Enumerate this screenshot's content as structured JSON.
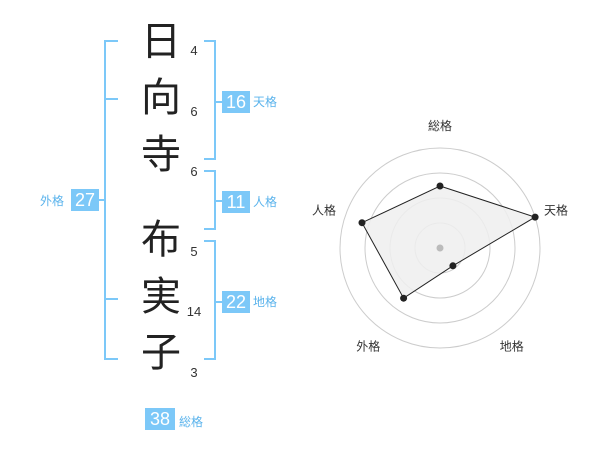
{
  "name": {
    "chars": [
      {
        "char": "日",
        "strokes": "4"
      },
      {
        "char": "向",
        "strokes": "6"
      },
      {
        "char": "寺",
        "strokes": "6"
      },
      {
        "char": "布",
        "strokes": "5"
      },
      {
        "char": "実",
        "strokes": "14"
      },
      {
        "char": "子",
        "strokes": "3"
      }
    ]
  },
  "fortunes": {
    "tenkaku": {
      "value": "16",
      "label": "天格"
    },
    "jinkaku": {
      "value": "11",
      "label": "人格"
    },
    "chikaku": {
      "value": "22",
      "label": "地格"
    },
    "gaikaku": {
      "value": "27",
      "label": "外格"
    },
    "soukaku": {
      "value": "38",
      "label": "総格"
    }
  },
  "chart_data": {
    "type": "radar",
    "axes": [
      "総格",
      "天格",
      "地格",
      "外格",
      "人格"
    ],
    "values": [
      0.62,
      1.0,
      0.22,
      0.62,
      0.82
    ],
    "max": 1,
    "rings": 4,
    "colors": {
      "fill": "#eeeeee",
      "line": "#222222",
      "grid": "#cccccc",
      "center": "#bbbbbb"
    }
  }
}
